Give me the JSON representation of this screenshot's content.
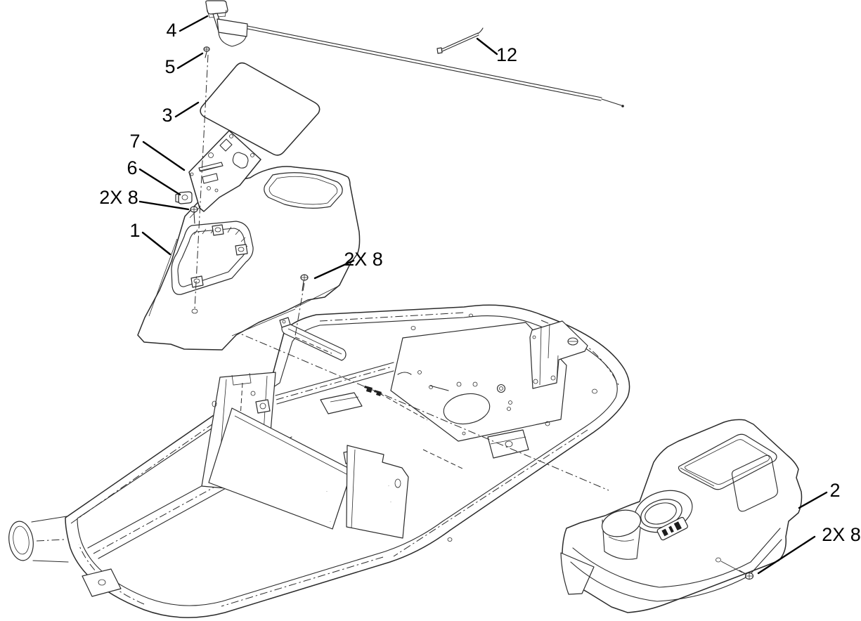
{
  "diagram": {
    "type": "exploded-parts-diagram",
    "background_color": "#ffffff",
    "line_color": "#2b2b2b",
    "label_color": "#000000",
    "callouts": [
      {
        "id": "callout-4",
        "text": "4"
      },
      {
        "id": "callout-5",
        "text": "5"
      },
      {
        "id": "callout-3",
        "text": "3"
      },
      {
        "id": "callout-7",
        "text": "7"
      },
      {
        "id": "callout-6",
        "text": "6"
      },
      {
        "id": "callout-2x8-a",
        "text": "2X 8"
      },
      {
        "id": "callout-1",
        "text": "1"
      },
      {
        "id": "callout-2x8-b",
        "text": "2X 8"
      },
      {
        "id": "callout-12",
        "text": "12"
      },
      {
        "id": "callout-2",
        "text": "2"
      },
      {
        "id": "callout-2x8-c",
        "text": "2X 8"
      }
    ]
  }
}
